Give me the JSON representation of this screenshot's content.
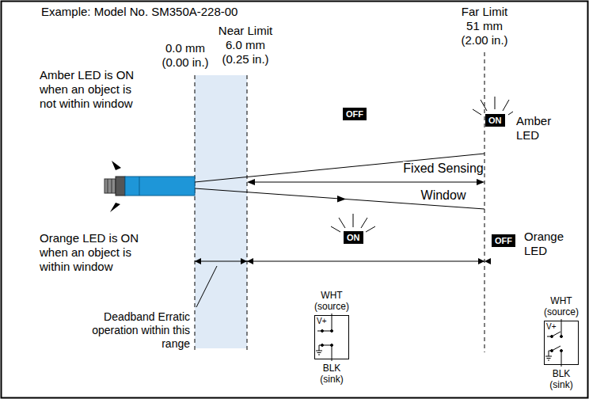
{
  "diagram": {
    "nodes": [
      {
        "text": [
          "OFF"
        ]
      },
      {
        "text": [
          "ON"
        ]
      },
      {
        "text": [
          "ON"
        ]
      },
      {
        "text": [
          "OFF"
        ]
      },
      {
        "text": [
          "V+"
        ]
      },
      {
        "text": [
          "V+"
        ]
      }
    ],
    "labels": [
      "Example: Model No. SM350A-228-00",
      "0.0 mm",
      "(0.00 in.)",
      "Near Limit",
      "6.0 mm",
      "(0.25 in.)",
      "Far Limit",
      "51 mm",
      "(2.00 in.)",
      "Amber LED is ON when an object is not within window",
      "Amber LED",
      "Fixed Sensing Window",
      "Orange LED is ON when an object is within window",
      "Orange LED",
      "Deadband Erratic operation within this range",
      "WHT (source)",
      "BLK (sink)",
      "WHT (source)",
      "BLK (sink)"
    ]
  }
}
